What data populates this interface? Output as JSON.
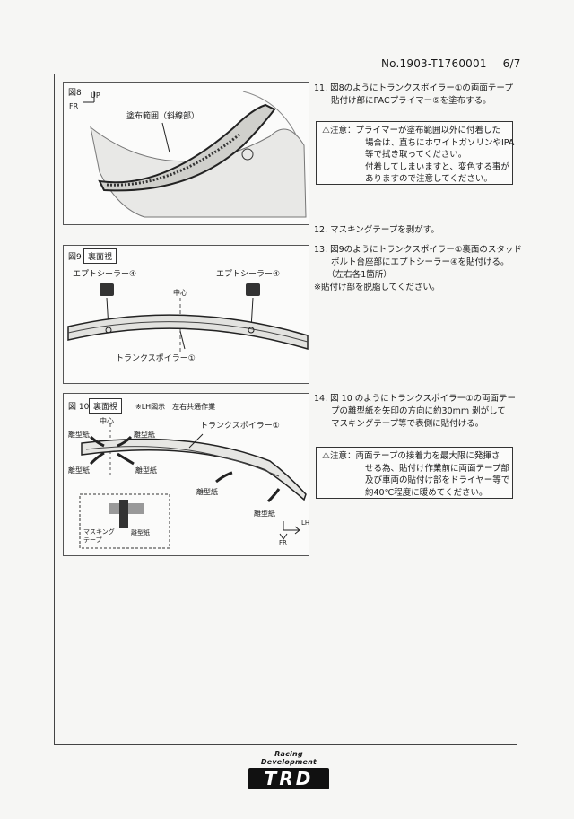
{
  "doc": {
    "number": "No.1903-T1760001",
    "page": "6/7"
  },
  "fig8": {
    "label": "図8",
    "dir_up": "UP",
    "dir_fr": "FR",
    "callout": "塗布範囲（斜線部）"
  },
  "fig9": {
    "label": "図9",
    "view": "裏面視",
    "sealer_left": "エプトシーラー④",
    "sealer_right": "エプトシーラー④",
    "center": "中心",
    "spoiler": "トランクスポイラー①"
  },
  "fig10": {
    "label": "図 10",
    "view": "裏面視",
    "note": "※LH図示　左右共通作業",
    "center": "中心",
    "spoiler": "トランクスポイラー①",
    "release_paper": [
      "離型紙",
      "離型紙",
      "離型紙",
      "離型紙",
      "離型紙",
      "離型紙"
    ],
    "inset_tape": "マスキング\nテープ",
    "inset_paper": "離型紙",
    "dir_lh": "LH",
    "dir_fr": "FR"
  },
  "steps": {
    "s11": [
      "11. 図8のようにトランクスポイラー①の両面テープ",
      "　　貼付け部にPACプライマー⑤を塗布する。"
    ],
    "caution1": {
      "head": "注意：",
      "lines": [
        "プライマーが塗布範囲以外に付着した",
        "場合は、直ちにホワイトガソリンやIPA",
        "等で拭き取ってください。",
        "付着してしまいますと、変色する事が",
        "ありますので注意してください。"
      ]
    },
    "s12": "12. マスキングテープを剥がす。",
    "s13": [
      "13. 図9のようにトランクスポイラー①裏面のスタッド",
      "　　ボルト台座部にエプトシーラー④を貼付ける。",
      "　　（左右各1箇所）",
      "※貼付け部を脱脂してください。"
    ],
    "s14": [
      "14. 図 10 のようにトランクスポイラー①の両面テー",
      "　　プの離型紙を矢印の方向に約30mm 剥がして",
      "　　マスキングテープ等で表側に貼付ける。"
    ],
    "caution2": {
      "head": "注意：",
      "lines": [
        "両面テープの接着力を最大限に発揮さ",
        "せる為、貼付け作業前に両面テープ部",
        "及び車両の貼付け部をドライヤー等で",
        "約40℃程度に暖めてください。"
      ]
    }
  },
  "logo": {
    "sub": "Racing Development",
    "mark": "TRD"
  }
}
